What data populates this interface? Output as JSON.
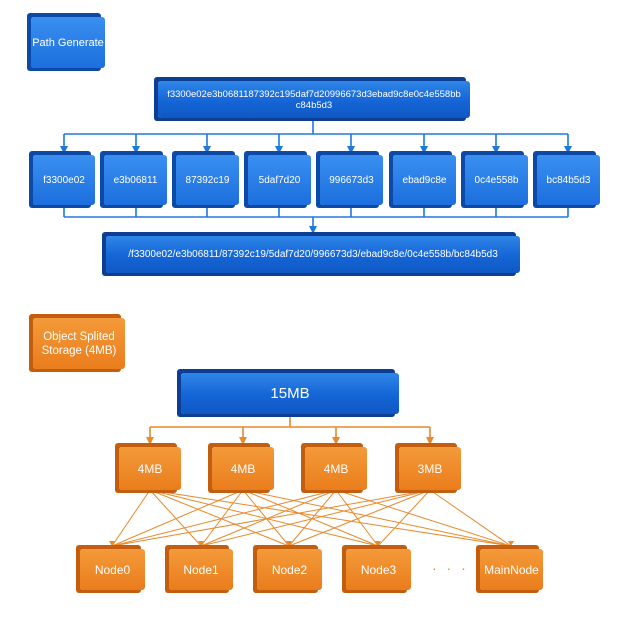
{
  "section1": {
    "title": "Path Generate",
    "hash_full": "f3300e02e3b0681187392c195daf7d20996673d3ebad9c8e0c4e558bbc84b5d3",
    "segments": [
      "f3300e02",
      "e3b06811",
      "87392c19",
      "5daf7d20",
      "996673d3",
      "ebad9c8e",
      "0c4e558b",
      "bc84b5d3"
    ],
    "path": "/f3300e02/e3b06811/87392c19/5daf7d20/996673d3/ebad9c8e/0c4e558b/bc84b5d3"
  },
  "section2": {
    "title": "Object Splited Storage (4MB)",
    "object_size": "15MB",
    "chunks": [
      "4MB",
      "4MB",
      "4MB",
      "3MB"
    ],
    "nodes": [
      "Node0",
      "Node1",
      "Node2",
      "Node3",
      "MainNode"
    ],
    "ellipsis": "· · ·"
  },
  "colors": {
    "blue": "#1565d6",
    "blue_dark": "#0c3e94",
    "orange": "#ea7d1c",
    "orange_dark": "#c25e0e",
    "arrow_blue": "#1e78e0",
    "arrow_orange": "#e8892a"
  }
}
